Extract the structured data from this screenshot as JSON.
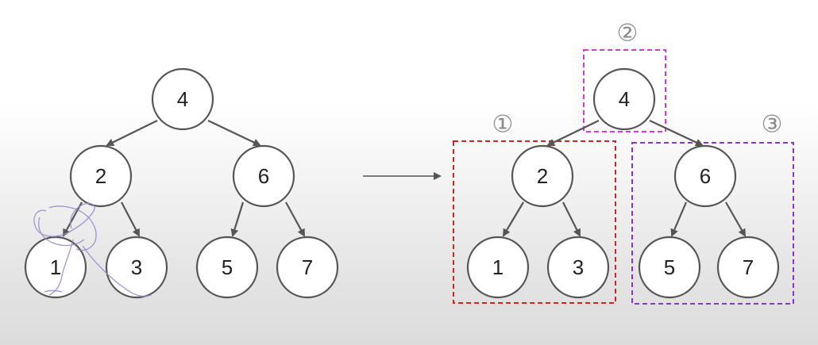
{
  "left_tree": {
    "root": "4",
    "left_child": "2",
    "right_child": "6",
    "left_left": "1",
    "left_right": "3",
    "right_left": "5",
    "right_right": "7"
  },
  "right_tree": {
    "root": "4",
    "left_child": "2",
    "right_child": "6",
    "left_left": "1",
    "left_right": "3",
    "right_left": "5",
    "right_right": "7"
  },
  "group_markers": {
    "left_subtree": "①",
    "root": "②",
    "right_subtree": "③"
  },
  "colors": {
    "left_subtree_box": "#c62828",
    "root_box": "#d63ad6",
    "right_subtree_box": "#8a35c9",
    "node_stroke": "#555555",
    "marker_text": "#8a8a8a"
  }
}
